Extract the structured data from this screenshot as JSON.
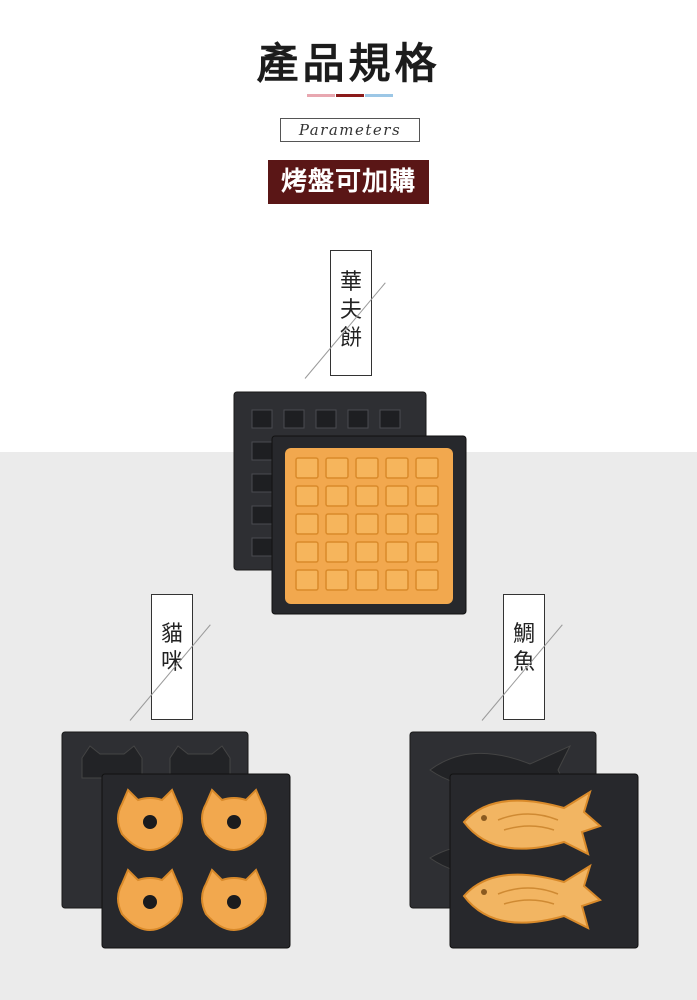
{
  "header": {
    "title": "產品規格",
    "subtitle": "Parameters",
    "badge": "烤盤可加購",
    "badge_color": "#5a1616",
    "deco_colors": [
      "#e8a7b0",
      "#8b1a1a",
      "#9cc7e6"
    ]
  },
  "plates": [
    {
      "id": "waffle",
      "label_chars": [
        "華",
        "夫",
        "餅"
      ]
    },
    {
      "id": "cat",
      "label_chars": [
        "貓",
        "咪"
      ]
    },
    {
      "id": "fish",
      "label_chars": [
        "鯛",
        "魚"
      ]
    }
  ]
}
